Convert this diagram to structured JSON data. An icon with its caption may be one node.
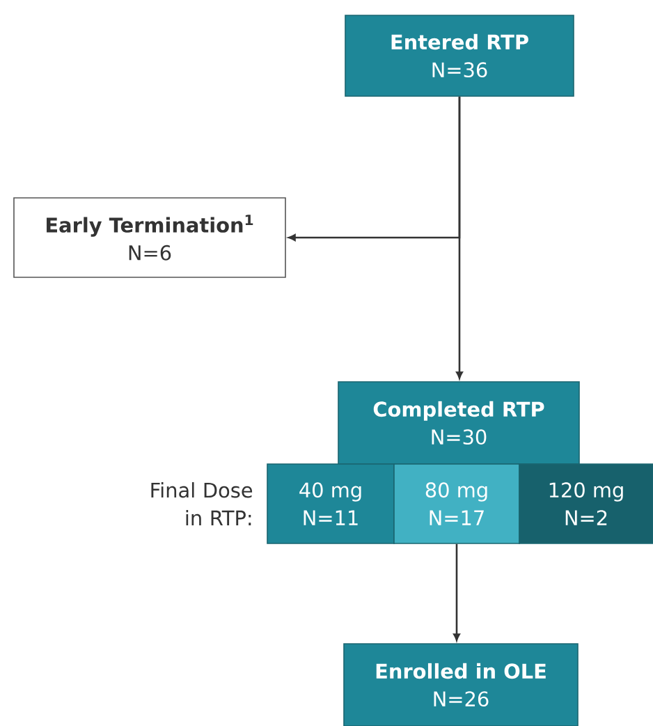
{
  "diagram": {
    "nodes": [
      {
        "text": [
          "Entered RTP",
          "N=36"
        ]
      },
      {
        "text": [
          "Early Termination$^{1}$",
          "N=6"
        ]
      },
      {
        "text": [
          "Completed RTP",
          "N=30"
        ]
      },
      {
        "text": [
          "40 mg",
          "N=11"
        ]
      },
      {
        "text": [
          "80 mg",
          "N=17"
        ]
      },
      {
        "text": [
          "120 mg",
          "N=2"
        ]
      },
      {
        "text": [
          "Enrolled in OLE",
          "N=26"
        ]
      }
    ],
    "edges": [
      {
        "from": 0,
        "to": 1,
        "arrow": "to"
      },
      {
        "from": 0,
        "to": 2,
        "arrow": "to"
      },
      {
        "from": 4,
        "to": 6,
        "arrow": "to"
      }
    ],
    "labels": [
      "Final Dose in RTP:"
    ]
  }
}
